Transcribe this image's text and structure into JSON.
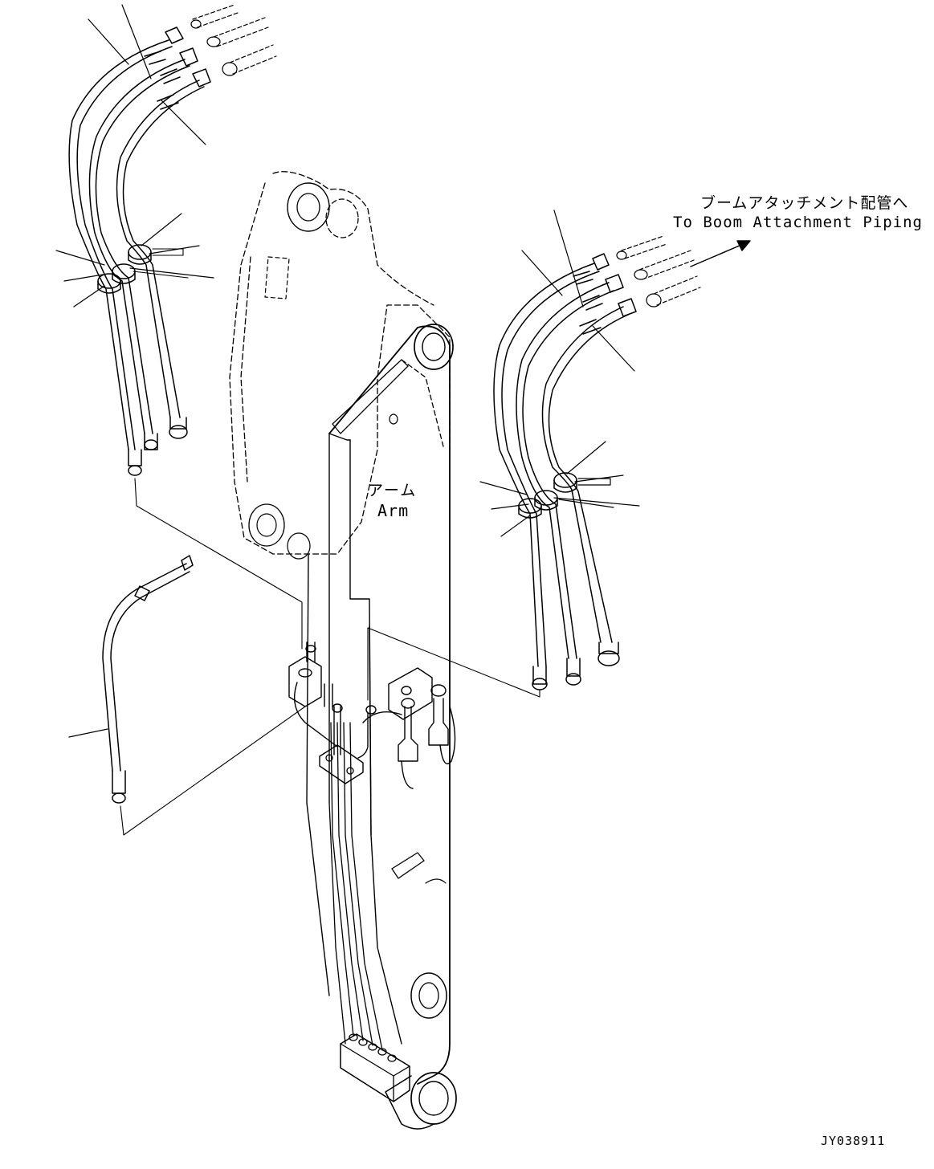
{
  "labels": {
    "arm_jp": "アーム",
    "arm_en": "Arm",
    "boom_jp": "ブームアタッチメント配管へ",
    "boom_en": "To Boom Attachment Piping",
    "drawing_number": "JY038911"
  }
}
